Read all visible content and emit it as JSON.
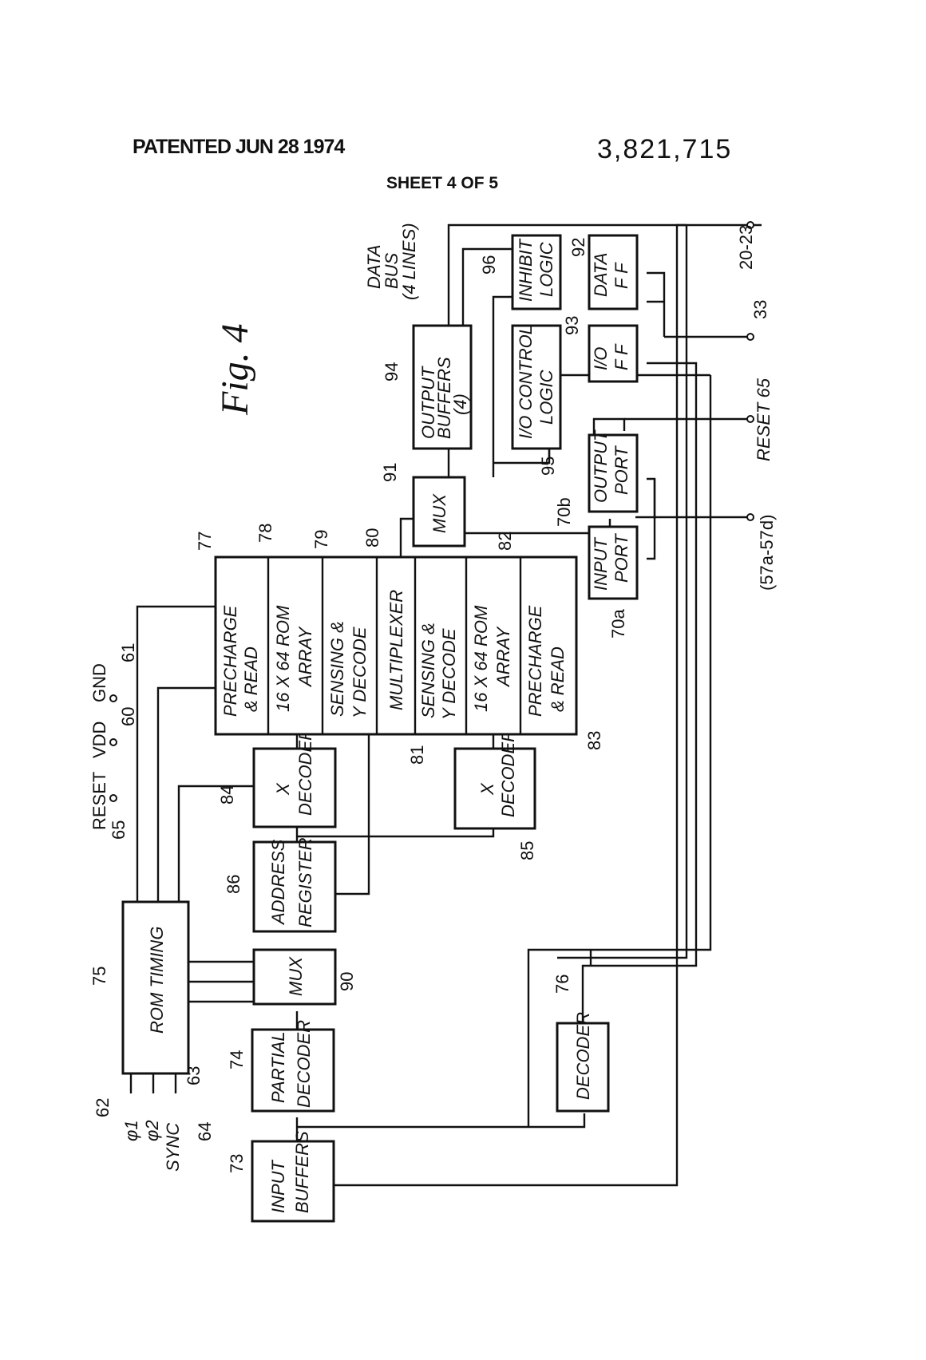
{
  "header": {
    "patented": "PATENTED JUN 28 1974",
    "patent_number": "3,821,715",
    "sheet": "SHEET 4 OF 5"
  },
  "figure_label": "Fig. 4",
  "blocks": {
    "input_buffers": [
      "INPUT",
      "BUFFERS"
    ],
    "partial_decoder": [
      "PARTIAL",
      "DECODER"
    ],
    "rom_timing": [
      "ROM TIMING"
    ],
    "mux_90": [
      "MUX"
    ],
    "address_register": [
      "ADDRESS",
      "REGISTER"
    ],
    "x_decoder_84": [
      "X",
      "DECODER"
    ],
    "x_decoder_85": [
      "X",
      "DECODER"
    ],
    "decoder_76": [
      "DECODER"
    ],
    "precharge_read_77": [
      "PRECHARGE",
      "& READ"
    ],
    "rom_array_78": [
      "16 X 64 ROM",
      "ARRAY"
    ],
    "sensing_79": [
      "SENSING &",
      "Y DECODE"
    ],
    "multiplexer_80": [
      "MULTIPLEXER"
    ],
    "sensing_81": [
      "SENSING &",
      "Y DECODE"
    ],
    "rom_array_82": [
      "16 X 64 ROM",
      "ARRAY"
    ],
    "precharge_read_83": [
      "PRECHARGE",
      "& READ"
    ],
    "mux_91": [
      "MUX"
    ],
    "output_buffers": [
      "OUTPUT",
      "BUFFERS",
      "(4)"
    ],
    "io_control_logic": [
      "I/O CONTROL",
      "LOGIC"
    ],
    "inhibit_logic": [
      "INHIBIT",
      "LOGIC"
    ],
    "io_ff": [
      "I/O",
      "F F"
    ],
    "data_ff": [
      "DATA",
      "F F"
    ],
    "output_port": [
      "OUTPUT",
      "PORT"
    ],
    "input_port": [
      "INPUT",
      "PORT"
    ]
  },
  "refs": {
    "r73": "73",
    "r74": "74",
    "r75": "75",
    "r76": "76",
    "r77": "77",
    "r78": "78",
    "r79": "79",
    "r80": "80",
    "r81": "81",
    "r82": "82",
    "r83": "83",
    "r84": "84",
    "r85": "85",
    "r86": "86",
    "r90": "90",
    "r91": "91",
    "r92": "92",
    "r93": "93",
    "r94": "94",
    "r95": "95",
    "r96": "96",
    "r70a": "70a",
    "r70b": "70b",
    "r62": "62",
    "r63": "63",
    "r64": "64",
    "r60": "60",
    "r61": "61",
    "r65": "65",
    "r33": "33",
    "r20_23": "20-23",
    "r57": "(57a-57d)",
    "reset65": "RESET 65"
  },
  "signals": {
    "phi1": "φ1",
    "phi2": "φ2",
    "sync": "SYNC",
    "reset": "RESET",
    "vdd": "VDD",
    "gnd": "GND",
    "data_bus": [
      "DATA",
      "BUS",
      "(4 LINES)"
    ]
  }
}
